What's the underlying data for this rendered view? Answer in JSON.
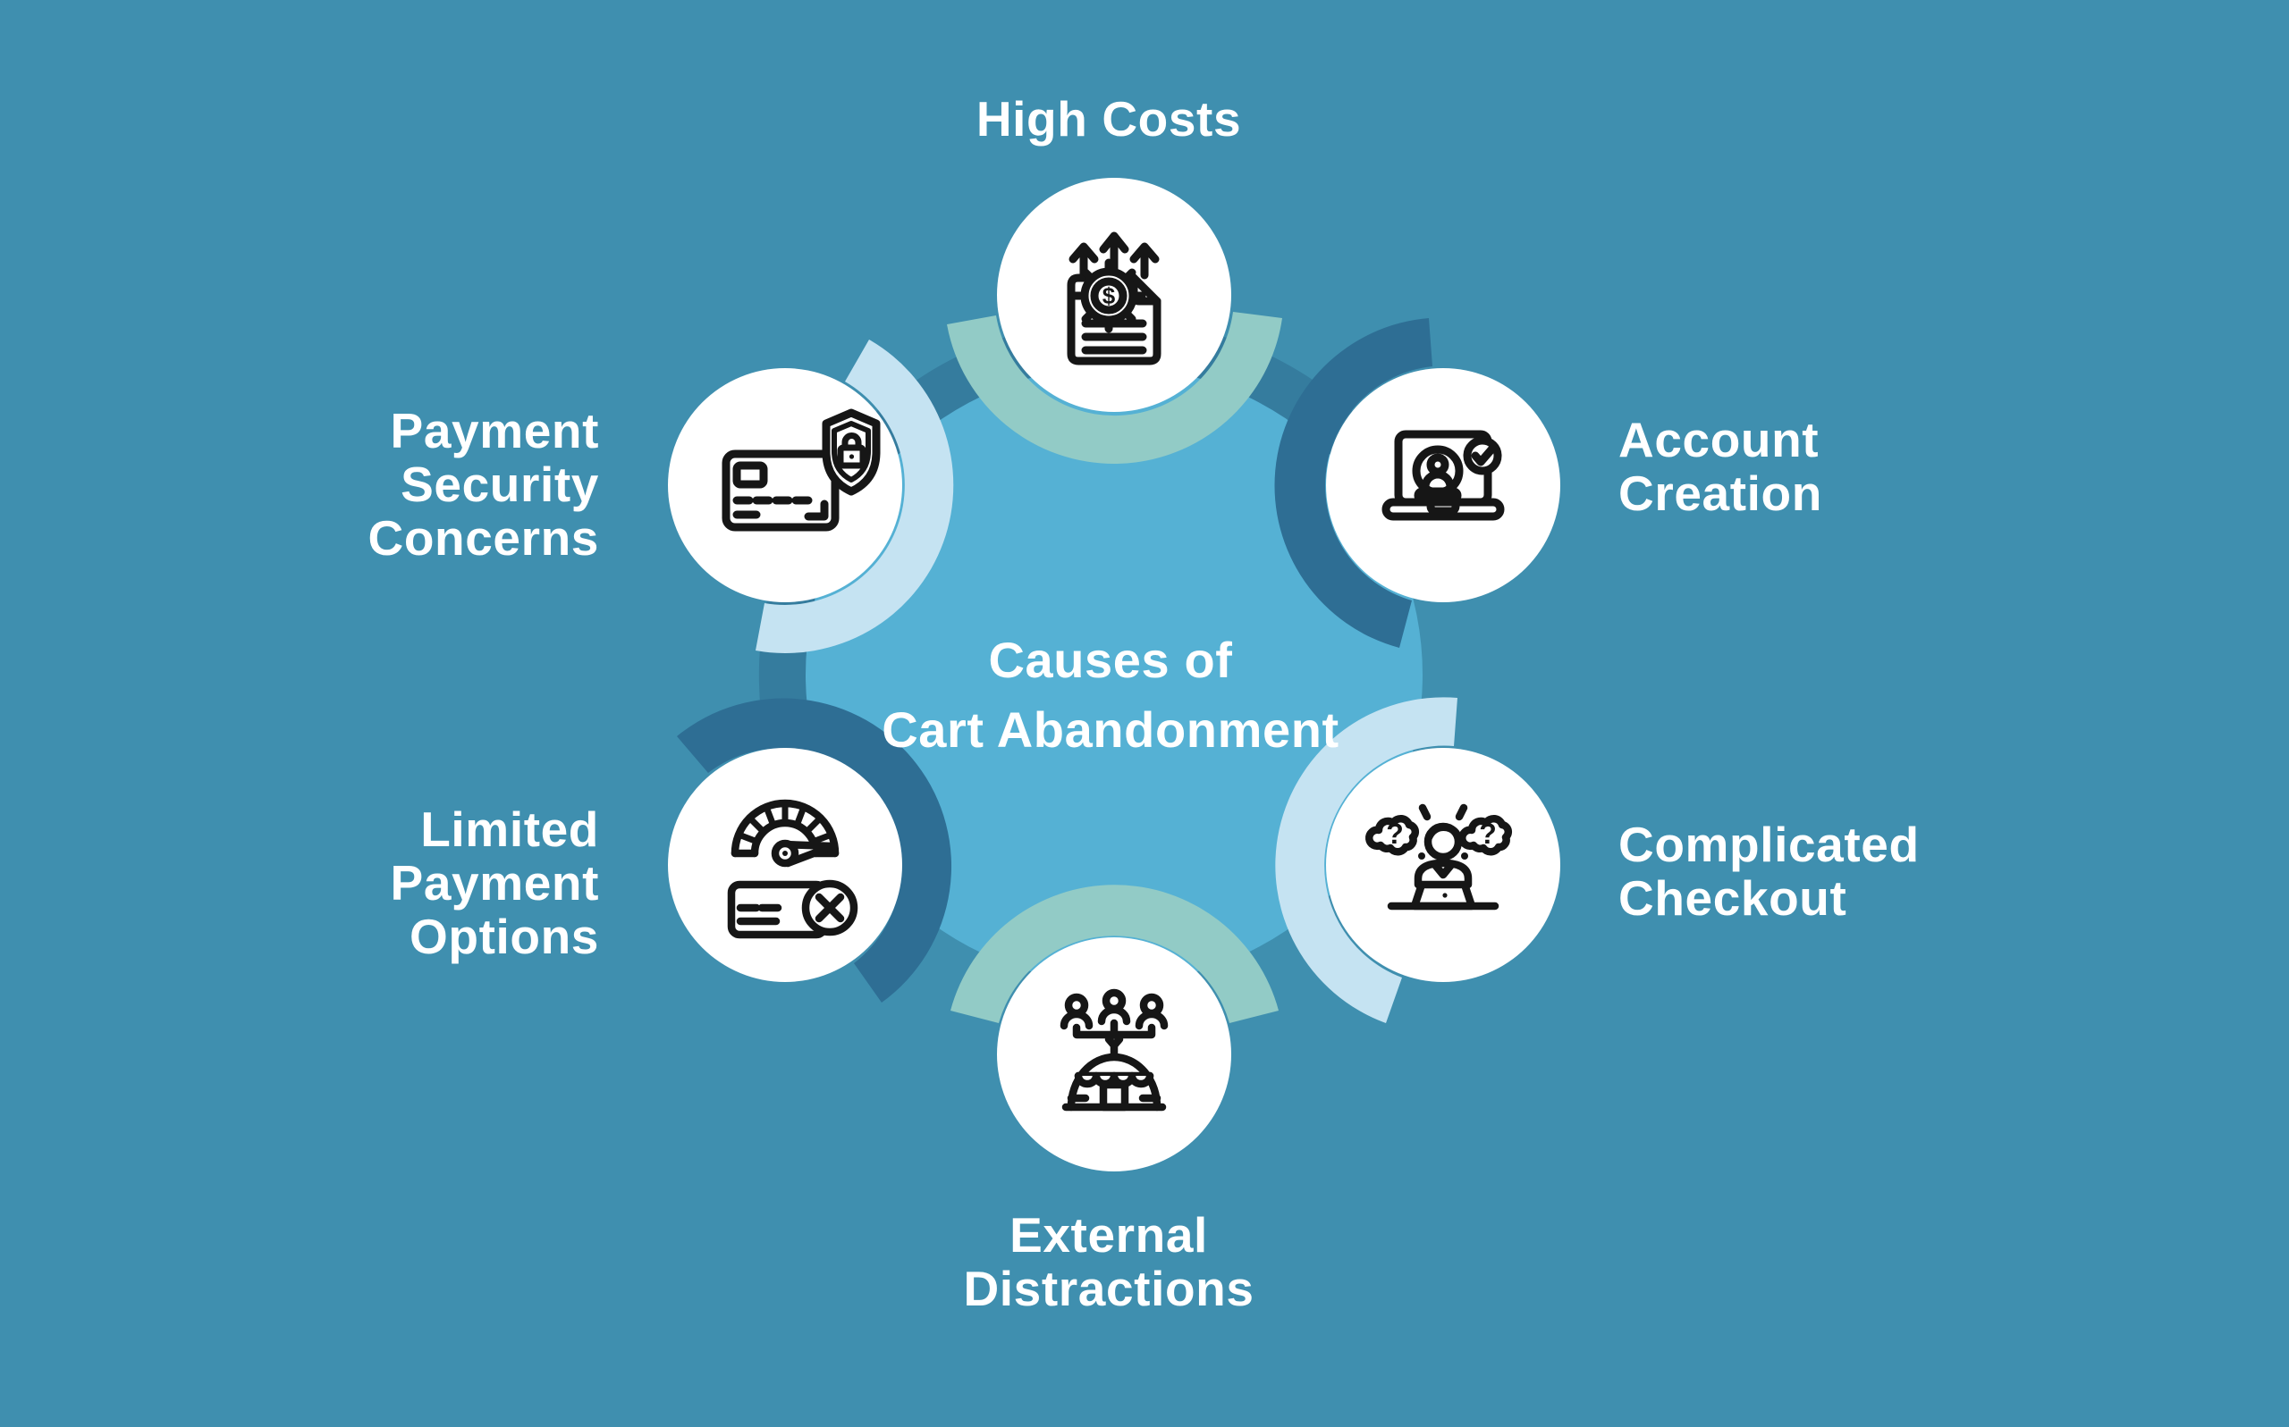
{
  "title": {
    "line1": "Causes of",
    "line2": "Cart Abandonment"
  },
  "nodes": [
    {
      "id": "high-costs",
      "label_lines": [
        "High Costs"
      ],
      "icon": "rising-costs-document-icon",
      "arc_color": "#92CBC6"
    },
    {
      "id": "account-creation",
      "label_lines": [
        "Account",
        "Creation"
      ],
      "icon": "laptop-profile-verified-icon",
      "arc_color": "#2E6E94"
    },
    {
      "id": "complicated-checkout",
      "label_lines": [
        "Complicated",
        "Checkout"
      ],
      "icon": "confused-user-laptop-icon",
      "arc_color": "#C5E3F2"
    },
    {
      "id": "external-distractions",
      "label_lines": [
        "External",
        "Distractions"
      ],
      "icon": "crowd-marketplace-icon",
      "arc_color": "#92CBC6"
    },
    {
      "id": "limited-payment-options",
      "label_lines": [
        "Limited",
        "Payment",
        "Options"
      ],
      "icon": "gauge-declined-card-icon",
      "arc_color": "#2E6E94"
    },
    {
      "id": "payment-security-concerns",
      "label_lines": [
        "Payment",
        "Security",
        "Concerns"
      ],
      "icon": "card-shield-lock-icon",
      "arc_color": "#C5E3F2"
    }
  ],
  "glyphs": {
    "dollar": "$",
    "question_left": "?",
    "question_right": "?"
  },
  "colors": {
    "background": "#3F8FAF",
    "center_circle": "#55B1D4",
    "backing_wedge": "#357C9E",
    "arc_seafoam": "#92CBC6",
    "arc_dark_blue": "#2E6E94",
    "arc_light_blue": "#C5E3F2",
    "node_circle": "#FFFFFF",
    "icon_stroke": "#161616",
    "text": "#FFFFFF"
  }
}
